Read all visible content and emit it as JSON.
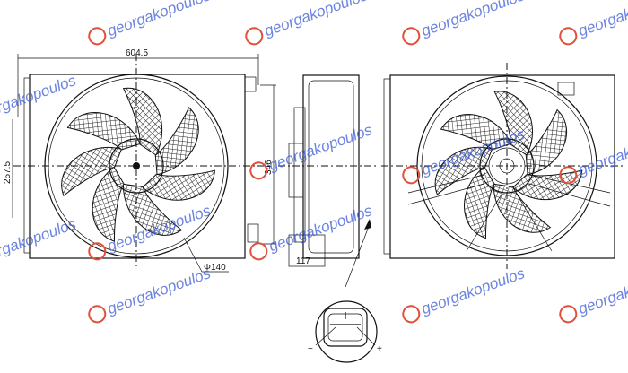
{
  "dimensions": {
    "width": "604.5",
    "left_height": "257.5",
    "height": "346",
    "diameter": "Φ140",
    "depth": "117"
  },
  "connector": {
    "minus": "−",
    "plus": "+"
  },
  "watermark": {
    "text": "georgakopoulos",
    "color": "#3b5bd6",
    "logo_color": "#e0503a"
  }
}
